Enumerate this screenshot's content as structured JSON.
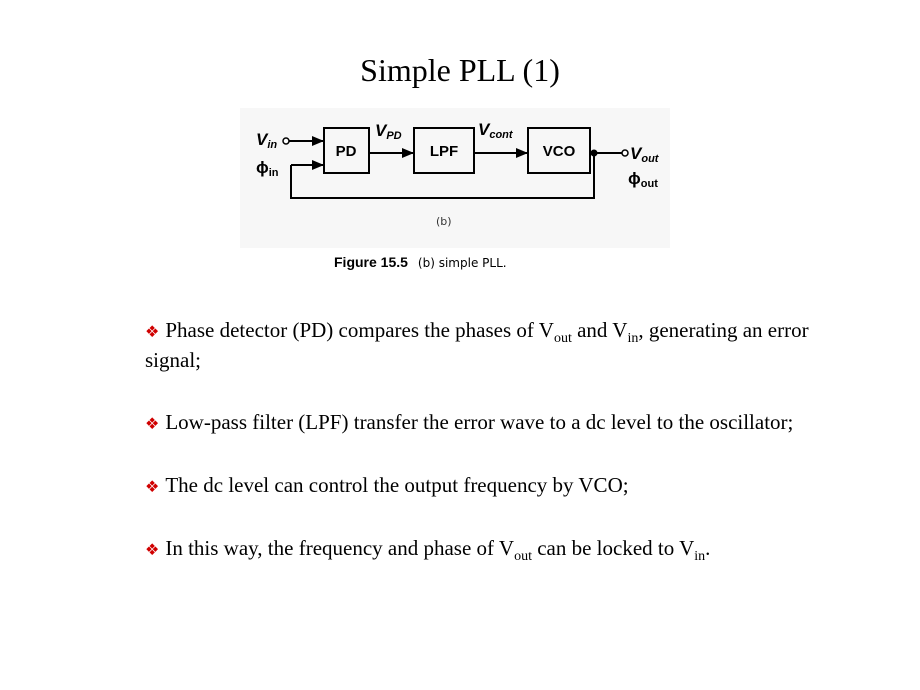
{
  "title": "Simple PLL (1)",
  "figure": {
    "signal_vin": "V",
    "signal_vin_sub": "in",
    "signal_phiin": "ϕ",
    "signal_phiin_sub": "in",
    "signal_vpd": "V",
    "signal_vpd_sub": "PD",
    "signal_vcont": "V",
    "signal_vcont_sub": "cont",
    "signal_vout": "V",
    "signal_vout_sub": "out",
    "signal_phiout": "ϕ",
    "signal_phiout_sub": "out",
    "block_pd": "PD",
    "block_lpf": "LPF",
    "block_vco": "VCO",
    "sublabel": "(b)",
    "caption_label": "Figure 15.5",
    "caption_text": "(b) simple PLL."
  },
  "bullets": {
    "b1": {
      "pre": "Phase detector (PD) compares the phases of V",
      "sub1": "out",
      "mid": " and V",
      "sub2": "in",
      "post": ", generating an error signal;"
    },
    "b2": {
      "text": "Low-pass filter (LPF) transfer the error wave to a dc level to the oscillator;"
    },
    "b3": {
      "text": "The dc level can control the output frequency by VCO;"
    },
    "b4": {
      "pre": "In this way, the frequency and phase of V",
      "sub1": "out",
      "mid": " can be locked to V",
      "sub2": "in",
      "post": "."
    }
  },
  "colors": {
    "bullet": "#d00000"
  }
}
